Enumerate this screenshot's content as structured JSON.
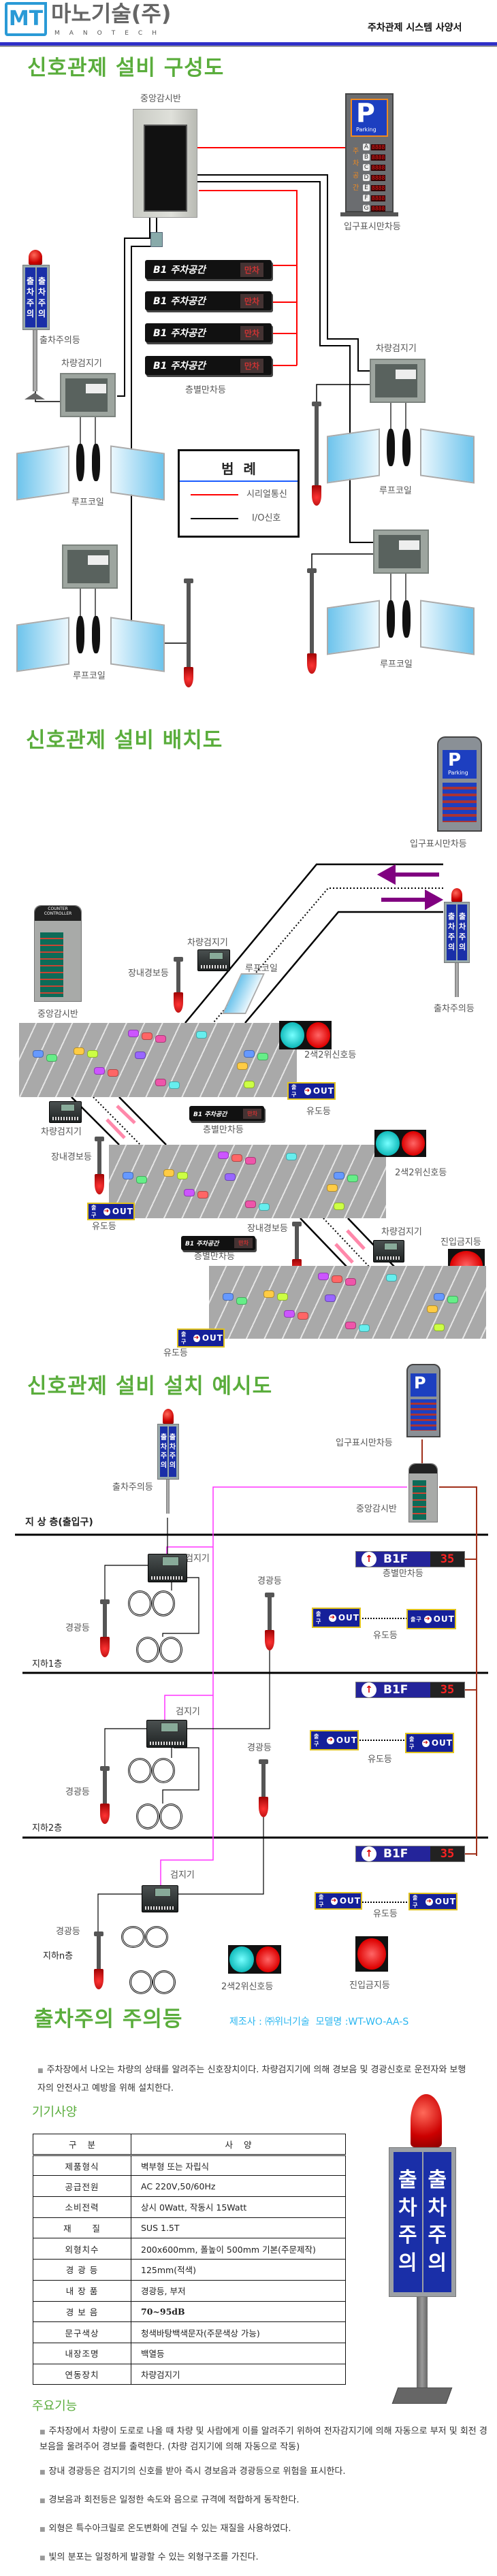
{
  "header": {
    "logo_mark": "MT",
    "company": "마노기술(주)",
    "company_en": "MANOTECH",
    "doc_title": "주차관제 시스템 사양서"
  },
  "colors": {
    "title_green": "#5aad3c",
    "header_bar": "#2f2fc8",
    "serial_line": "#ff0000",
    "io_line": "#000000",
    "maker_blue": "#29b6f0",
    "magenta_line": "#ff33ff",
    "brown_line": "#a0301a"
  },
  "section1": {
    "title": "신호관제 설비 구성도",
    "central_panel": "중앙감시반",
    "entrance_sign": "입구표시만차등",
    "sign_p": "P",
    "sign_parking": "Parking",
    "sign_vertical": "주차공간",
    "sign_rows": [
      "A",
      "B",
      "C",
      "D",
      "E",
      "F",
      "G"
    ],
    "sign_digits": "8888",
    "exit_warning": "출차주의등",
    "exit_sign_text": "출차주의",
    "detector": "차량검지기",
    "board_text": "B1 주차공간",
    "board_status": "만차",
    "floor_board": "층별만차등",
    "loop_coil": "루프코일",
    "legend": {
      "title": "범  례",
      "serial": "시리얼통신",
      "io": "I/O신호"
    }
  },
  "section2": {
    "title": "신호관제 설비 배치도",
    "entrance_sign": "입구표시만차등",
    "exit_warning": "출차주의등",
    "central_panel": "중앙감시반",
    "controller_header": "COUNTER CONTROLLER",
    "detector": "차량검지기",
    "alarm_light": "장내경보등",
    "loop_coil": "루프코일",
    "signal_light": "2색2위신호등",
    "guide_light": "유도등",
    "guide_prefix": "출구",
    "guide_text": "OUT",
    "floor_board": "층별만차등",
    "no_entry": "진입금지등",
    "board_text": "B1 주차공간"
  },
  "section3": {
    "title": "신호관제 설비 설치 예시도",
    "exit_warning": "출차주의등",
    "entrance_sign": "입구표시만차등",
    "central_panel": "중앙감시반",
    "floors": [
      "지 상 층(출입구)",
      "지하1층",
      "지하2층",
      "지하n층"
    ],
    "detector": "검지기",
    "warning_light": "경광등",
    "board_name": "B1F",
    "board_value": "35",
    "floor_board": "층별만차등",
    "guide_light": "유도등",
    "signal_light": "2색2위신호등",
    "no_entry": "진입금지등"
  },
  "section4": {
    "title": "출차주의 주의등",
    "maker": "제조사 : ㈜위너기술  모델명 :WT-WO-AA-S",
    "intro": "주차장에서 나오는 차량의 상태를 알려주는 신호장치이다. 차량검지기에 의해 경보음 및 경광신호로 운전자와 보행자의 안전사고 예방을 위해 설치한다.",
    "product_text": "출차주의",
    "spec_title": "기기사양",
    "spec_headers": [
      "구    분",
      "사    양"
    ],
    "spec_rows": [
      [
        "제품형식",
        "벽부형 또는 자립식"
      ],
      [
        "공급전원",
        "AC 220V,50/60Hz"
      ],
      [
        "소비전력",
        "상시 0Watt, 작동시 15Watt"
      ],
      [
        "재      질",
        "SUS 1.5T"
      ],
      [
        "외형치수",
        "200x600mm, 폴높이 500mm 기본(주문제작)"
      ],
      [
        "경 광 등",
        "125mm(적색)"
      ],
      [
        "내 장 품",
        "경광등, 부저"
      ],
      [
        "경 보 음",
        "70~95dB"
      ],
      [
        "문구색상",
        "청색바탕백색문자(주문색상 가능)"
      ],
      [
        "내장조명",
        "백열등"
      ],
      [
        "연동장치",
        "차량검지기"
      ]
    ],
    "features_title": "주요기능",
    "features": [
      "주차장에서 차량이 도로로 나올 때 차량 및 사람에게 이를 알려주기 위하여 전자감지기에 의해 자동으로 부저 및 회전 경보음을 울려주어 경보를 출력한다. (차량 검지기에 의해 자동으로 작동)",
      "장내 경광등은 검지기의 신호를 받아 즉시 경보음과 경광등으로 위험을 표시한다.",
      "경보음과 회전등은 일정한 속도와 음으로 규격에 적합하게 동작한다.",
      "외형은 특수아크릴로 온도변화에 견딜 수 있는 재질을 사용하였다.",
      "빛의 분포는 일정하게 발광할 수 있는 외형구조를 가진다."
    ]
  }
}
